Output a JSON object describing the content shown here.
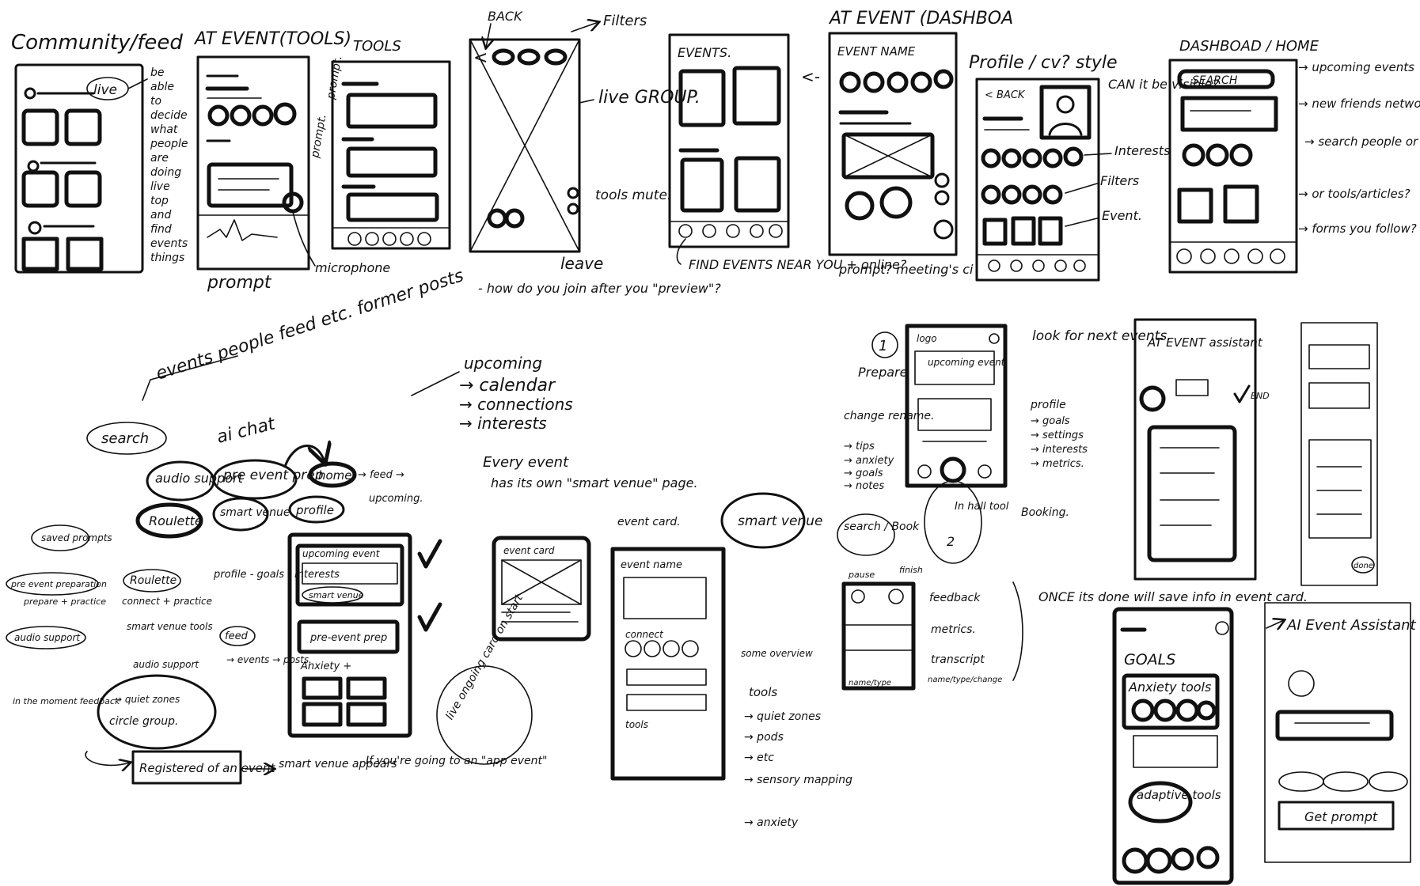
{
  "panel_top": {
    "feed": {
      "title": "Community/feed",
      "live_pill": "live",
      "note": [
        "be",
        "able",
        "to",
        "decide",
        "what",
        "people",
        "are",
        "doing",
        "live",
        "top",
        "and",
        "find",
        "events",
        "things"
      ]
    },
    "at_event_tools": {
      "title": "AT EVENT(TOOLS)",
      "side_1": "prompt.",
      "side_2": "prompt.",
      "prompt_label": "prompt",
      "microphone_label": "microphone"
    },
    "tools": {
      "title": "TOOLS"
    },
    "live_group": {
      "back": "BACK",
      "filters": "Filters",
      "live_group": "live GROUP.",
      "tools_mute": "tools mute.",
      "leave": "leave",
      "question": "- how do you join after you \"preview\"?"
    },
    "events": {
      "title": "EVENTS.",
      "find_events": "FIND EVENTS NEAR YOU + online?"
    },
    "dashboard": {
      "title": "AT EVENT (DASHBOA",
      "event_name": "EVENT NAME",
      "footer": "prompt? meeting's ci"
    },
    "profile": {
      "title": "Profile / cv? style",
      "back": "< BACK",
      "can_visible": "CAN it be visible?",
      "interests": "Interests",
      "filters": "Filters",
      "event": "Event."
    },
    "home": {
      "title": "DASHBOAD / HOME",
      "search": "SEARCH",
      "notes": [
        "→ upcoming events",
        "→ new friends network",
        "→ search people or events.",
        "→ or tools/articles?",
        "→ forms you follow? feed?"
      ]
    }
  },
  "mind_map": {
    "top_note": "events people feed etc. former posts",
    "search": "search",
    "ai_chat": "ai chat",
    "audio_support": "audio support",
    "pre_event_prep": "pre event prep",
    "home": "home",
    "feed": "→ feed →",
    "upcoming": "upcoming.",
    "roulette": "Roulette",
    "smart_venue": "smart venue",
    "profile": "profile",
    "upcoming_list": [
      "upcoming",
      "→ calendar",
      "→ connections",
      "→ interests"
    ],
    "every_event": "Every event",
    "every_event_note": "has its own \"smart venue\" page.",
    "event_card_note": "event card.",
    "saved_prompts": "saved prompts",
    "pre_event_prep_small": "pre event preparation",
    "prepare_practice": "prepare + practice",
    "roulette_small": "Roulette",
    "connect_practice": "connect + practice",
    "profile_goals": "profile - goals - interests",
    "audio_support_small": "audio support",
    "smart_venue_tools": "smart venue tools",
    "audio_support_2": "audio support",
    "quiet_zone": "→ quiet zones",
    "circle_group": "circle group.",
    "feed_small": "feed",
    "events_posts": "→ events → posts.",
    "in_moment": "in the moment feedback",
    "registered": "Registered of an event",
    "smart_venue_appears": "smart venue appears",
    "if_going": "If you're going to an \"app event\"",
    "phone_upcoming": "upcoming event",
    "phone_smart_venue": "smart venue",
    "phone_pre_event": "pre-event prep",
    "phone_anxiety": "Anxiety +",
    "event_card": "event card",
    "live_ongoing": "live ongoing card on start",
    "event_name": "event name",
    "connect": "connect",
    "tools": "tools",
    "smart_venue_bubble": "smart venue",
    "some_overview": "some overview",
    "tools_list": [
      "tools",
      "→ quiet zones",
      "→ pods",
      "→ etc",
      "→ sensory mapping",
      "→ anxiety"
    ]
  },
  "flow_right": {
    "step1": "1",
    "logo": "logo",
    "upcoming_event": "upcoming event",
    "prepare": "Prepare",
    "change_rename": "change rename.",
    "tips_list": [
      "→ tips",
      "→ anxiety",
      "→ goals",
      "→ notes"
    ],
    "look_for_next": "look for next events.",
    "profile_list": [
      "profile",
      "→ goals",
      "→ settings",
      "→ interests",
      "→ metrics."
    ],
    "booking": "Booking.",
    "search_book": "search / Book",
    "in_hall_tool": "In hall tool",
    "step2": "2",
    "pause": "pause",
    "finish": "finish",
    "feedback": "feedback",
    "metrics": "metrics.",
    "transcript": "transcript",
    "name_type": "name/type",
    "name_type_change": "name/type/change",
    "once_done": "ONCE its done will save info in event card.",
    "at_event_assistant": "AT EVENT assistant",
    "end": "END",
    "goals": "GOALS",
    "anxiety_tools": "Anxiety tools",
    "adaptive_tools": "adaptive tools",
    "ai_event_assistant": "AI Event Assistant",
    "get_prompt": "Get prompt",
    "done": "done"
  }
}
